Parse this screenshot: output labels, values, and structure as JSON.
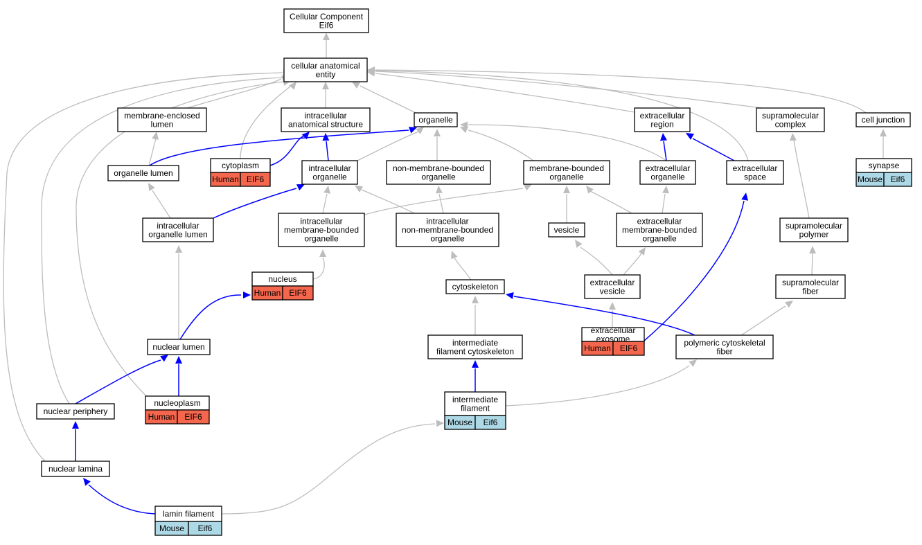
{
  "colors": {
    "human_cell": "#f4664d",
    "mouse_cell": "#add8e6",
    "is_a_edge": "#bdbdbd",
    "part_of_edge": "#0000ff",
    "box_border": "#000000"
  },
  "nodes": {
    "root": [
      "Cellular Component",
      "Eif6"
    ],
    "cae": [
      "cellular anatomical",
      "entity"
    ],
    "mel": [
      "membrane-enclosed",
      "lumen"
    ],
    "ias": [
      "intracellular",
      "anatomical structure"
    ],
    "org": [
      "organelle"
    ],
    "exr": [
      "extracellular",
      "region"
    ],
    "smc": [
      "supramolecular",
      "complex"
    ],
    "cj": [
      "cell junction"
    ],
    "orgl": [
      "organelle lumen"
    ],
    "cyt": [
      "cytoplasm"
    ],
    "iorg": [
      "intracellular",
      "organelle"
    ],
    "nmbo": [
      "non-membrane-bounded",
      "organelle"
    ],
    "mbo": [
      "membrane-bounded",
      "organelle"
    ],
    "exorg": [
      "extracellular",
      "organelle"
    ],
    "exsp": [
      "extracellular",
      "space"
    ],
    "syn": [
      "synapse"
    ],
    "iol": [
      "intracellular",
      "organelle lumen"
    ],
    "imbo": [
      "intracellular",
      "membrane-bounded",
      "organelle"
    ],
    "inmbo": [
      "intracellular",
      "non-membrane-bounded",
      "organelle"
    ],
    "ves": [
      "vesicle"
    ],
    "exmbo": [
      "extracellular",
      "membrane-bounded",
      "organelle"
    ],
    "smp": [
      "supramolecular",
      "polymer"
    ],
    "nuc": [
      "nucleus"
    ],
    "csk": [
      "cytoskeleton"
    ],
    "exves": [
      "extracellular",
      "vesicle"
    ],
    "smf": [
      "supramolecular",
      "fiber"
    ],
    "nlum": [
      "nuclear lumen"
    ],
    "ifc": [
      "intermediate",
      "filament cytoskeleton"
    ],
    "exo": [
      "extracellular",
      "exosome"
    ],
    "pcf": [
      "polymeric cytoskeletal",
      "fiber"
    ],
    "npl": [
      "nucleoplasm"
    ],
    "npe": [
      "nuclear periphery"
    ],
    "if": [
      "intermediate",
      "filament"
    ],
    "nla": [
      "nuclear lamina"
    ],
    "lf": [
      "lamin filament"
    ]
  },
  "annotations": {
    "cyt": [
      "Human",
      "EIF6"
    ],
    "nuc": [
      "Human",
      "EIF6"
    ],
    "npl": [
      "Human",
      "EIF6"
    ],
    "exo": [
      "Human",
      "EIF6"
    ],
    "syn": [
      "Mouse",
      "Eif6"
    ],
    "if": [
      "Mouse",
      "Eif6"
    ],
    "lf": [
      "Mouse",
      "Eif6"
    ]
  },
  "edges": [
    {
      "from": "cae",
      "to": "root",
      "type": "is_a"
    },
    {
      "from": "mel",
      "to": "cae",
      "type": "is_a"
    },
    {
      "from": "ias",
      "to": "cae",
      "type": "is_a"
    },
    {
      "from": "org",
      "to": "cae",
      "type": "is_a"
    },
    {
      "from": "exr",
      "to": "cae",
      "type": "is_a"
    },
    {
      "from": "smc",
      "to": "cae",
      "type": "is_a"
    },
    {
      "from": "cj",
      "to": "cae",
      "type": "is_a"
    },
    {
      "from": "cyt",
      "to": "cae",
      "type": "is_a"
    },
    {
      "from": "exsp",
      "to": "cae",
      "type": "is_a"
    },
    {
      "from": "npl",
      "to": "cae",
      "type": "is_a"
    },
    {
      "from": "npe",
      "to": "cae",
      "type": "is_a"
    },
    {
      "from": "nla",
      "to": "cae",
      "type": "is_a"
    },
    {
      "from": "orgl",
      "to": "mel",
      "type": "is_a"
    },
    {
      "from": "orgl",
      "to": "org",
      "type": "part_of"
    },
    {
      "from": "cyt",
      "to": "ias",
      "type": "part_of"
    },
    {
      "from": "iorg",
      "to": "ias",
      "type": "part_of"
    },
    {
      "from": "iorg",
      "to": "org",
      "type": "is_a"
    },
    {
      "from": "nmbo",
      "to": "org",
      "type": "is_a"
    },
    {
      "from": "mbo",
      "to": "org",
      "type": "is_a"
    },
    {
      "from": "exorg",
      "to": "org",
      "type": "is_a"
    },
    {
      "from": "exorg",
      "to": "exr",
      "type": "part_of"
    },
    {
      "from": "exsp",
      "to": "exr",
      "type": "part_of"
    },
    {
      "from": "syn",
      "to": "cj",
      "type": "is_a"
    },
    {
      "from": "iol",
      "to": "orgl",
      "type": "is_a"
    },
    {
      "from": "iol",
      "to": "iorg",
      "type": "part_of"
    },
    {
      "from": "imbo",
      "to": "iorg",
      "type": "is_a"
    },
    {
      "from": "inmbo",
      "to": "iorg",
      "type": "is_a"
    },
    {
      "from": "imbo",
      "to": "mbo",
      "type": "is_a"
    },
    {
      "from": "inmbo",
      "to": "nmbo",
      "type": "is_a"
    },
    {
      "from": "ves",
      "to": "mbo",
      "type": "is_a"
    },
    {
      "from": "exmbo",
      "to": "mbo",
      "type": "is_a"
    },
    {
      "from": "exmbo",
      "to": "exorg",
      "type": "is_a"
    },
    {
      "from": "smp",
      "to": "smc",
      "type": "is_a"
    },
    {
      "from": "nuc",
      "to": "imbo",
      "type": "is_a"
    },
    {
      "from": "csk",
      "to": "inmbo",
      "type": "is_a"
    },
    {
      "from": "exves",
      "to": "ves",
      "type": "is_a"
    },
    {
      "from": "exves",
      "to": "exmbo",
      "type": "is_a"
    },
    {
      "from": "smf",
      "to": "smp",
      "type": "is_a"
    },
    {
      "from": "nlum",
      "to": "iol",
      "type": "is_a"
    },
    {
      "from": "nlum",
      "to": "nuc",
      "type": "part_of"
    },
    {
      "from": "ifc",
      "to": "csk",
      "type": "is_a"
    },
    {
      "from": "exo",
      "to": "exves",
      "type": "is_a"
    },
    {
      "from": "exo",
      "to": "exsp",
      "type": "part_of"
    },
    {
      "from": "pcf",
      "to": "smf",
      "type": "is_a"
    },
    {
      "from": "pcf",
      "to": "csk",
      "type": "part_of"
    },
    {
      "from": "npl",
      "to": "nlum",
      "type": "part_of"
    },
    {
      "from": "npe",
      "to": "nlum",
      "type": "part_of"
    },
    {
      "from": "if",
      "to": "ifc",
      "type": "part_of"
    },
    {
      "from": "if",
      "to": "pcf",
      "type": "is_a"
    },
    {
      "from": "nla",
      "to": "npe",
      "type": "part_of"
    },
    {
      "from": "lf",
      "to": "nla",
      "type": "part_of"
    },
    {
      "from": "lf",
      "to": "if",
      "type": "is_a"
    }
  ]
}
